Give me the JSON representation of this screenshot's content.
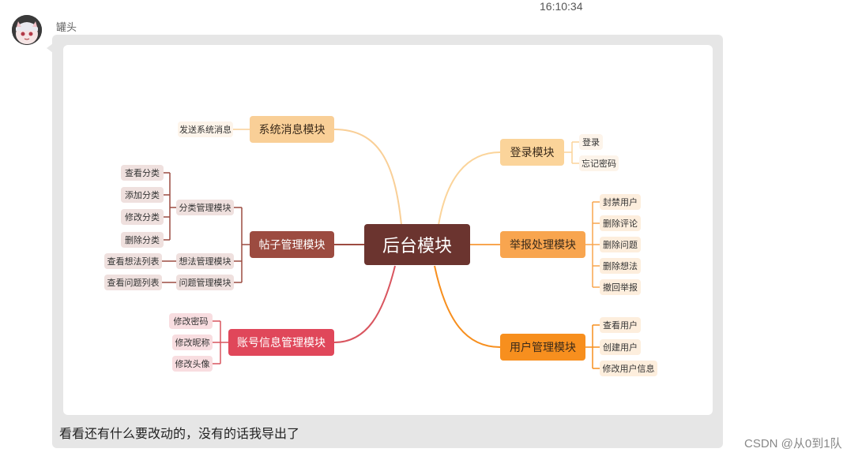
{
  "chat": {
    "timestamp": "16:10:34",
    "sender_name": "罐头",
    "message_text": "看看还有什么要改动的，没有的话我导出了",
    "watermark": "CSDN @从0到1队"
  },
  "mindmap": {
    "center": "后台模块",
    "system_message": {
      "label": "系统消息模块",
      "items": [
        "发送系统消息"
      ]
    },
    "post_management": {
      "label": "帖子管理模块",
      "category": {
        "label": "分类管理模块",
        "items": [
          "查看分类",
          "添加分类",
          "修改分类",
          "删除分类"
        ]
      },
      "idea": {
        "label": "想法管理模块",
        "items": [
          "查看想法列表"
        ]
      },
      "question": {
        "label": "问题管理模块",
        "items": [
          "查看问题列表"
        ]
      }
    },
    "account_info": {
      "label": "账号信息管理模块",
      "items": [
        "修改密码",
        "修改昵称",
        "修改头像"
      ]
    },
    "login": {
      "label": "登录模块",
      "items": [
        "登录",
        "忘记密码"
      ]
    },
    "report": {
      "label": "举报处理模块",
      "items": [
        "封禁用户",
        "删除评论",
        "删除问题",
        "删除想法",
        "撤回举报"
      ]
    },
    "user_management": {
      "label": "用户管理模块",
      "items": [
        "查看用户",
        "创建用户",
        "修改用户信息"
      ]
    }
  },
  "colors": {
    "center": "#6b342f",
    "system_message": "#f9cf97",
    "post_management": "#9c4b40",
    "account_info": "#e0475a",
    "login": "#fbd49a",
    "report": "#f8a54f",
    "user_management": "#f78f1e",
    "bubble": "#e6e6e6"
  }
}
